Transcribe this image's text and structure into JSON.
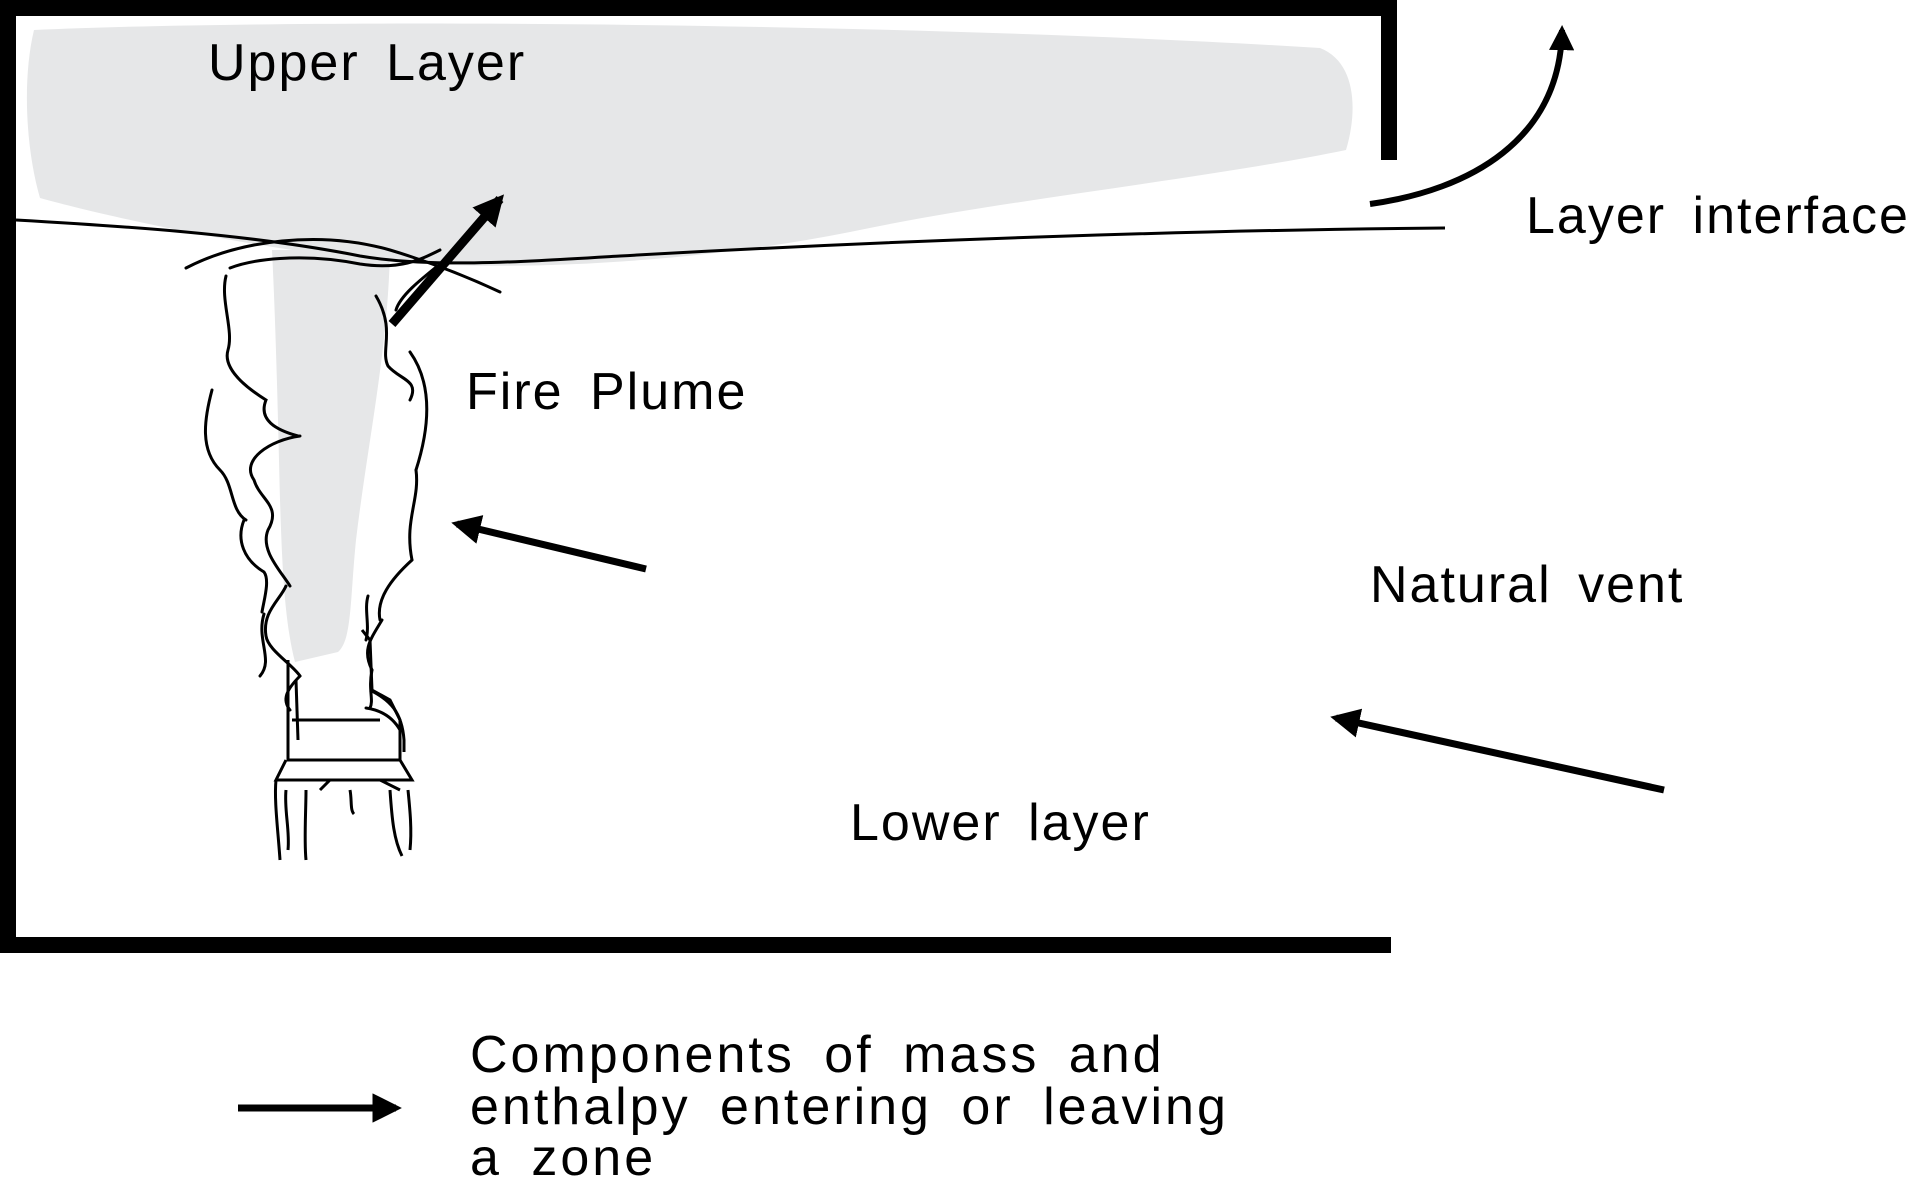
{
  "labels": {
    "upper_layer": "Upper Layer",
    "layer_interface": "Layer interface",
    "fire_plume": "Fire Plume",
    "natural_vent": "Natural vent",
    "lower_layer": "Lower layer"
  },
  "legend": {
    "lines": [
      "Components of mass and",
      "enthalpy entering or leaving",
      "a zone"
    ]
  },
  "colors": {
    "ink": "#000000",
    "smoke": "#e6e7e8",
    "background": "#ffffff"
  }
}
